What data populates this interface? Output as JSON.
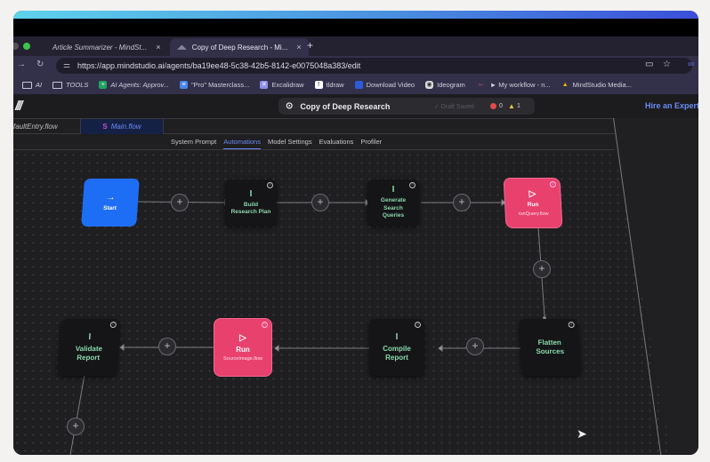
{
  "browser": {
    "tabs": [
      {
        "label": "Article Summarizer - MindSt...",
        "active": false
      },
      {
        "label": "Copy of Deep Research - Mi...",
        "active": true
      }
    ],
    "new_tab": "+",
    "close": "×",
    "url": "https://app.mindstudio.ai/agents/ba19ee48-5c38-42b5-8142-e0075048a383/edit",
    "bookmarks": [
      {
        "label": "AI",
        "icon": "folder-icon"
      },
      {
        "label": "TOOLS",
        "icon": "folder-icon"
      },
      {
        "label": "AI Agents: Approv...",
        "icon": "sheets-icon"
      },
      {
        "label": "\"Pro\" Masterclass...",
        "icon": "docs-icon"
      },
      {
        "label": "Excalidraw",
        "icon": "excalidraw-icon"
      },
      {
        "label": "tldraw",
        "icon": "tldraw-icon"
      },
      {
        "label": "Download Video",
        "icon": "download-icon"
      },
      {
        "label": "Ideogram",
        "icon": "ideogram-icon"
      },
      {
        "label": "► My workflow - n...",
        "icon": "n8n-icon"
      },
      {
        "label": "MindStudio Media...",
        "icon": "drive-icon"
      }
    ]
  },
  "app": {
    "title": "Copy of Deep Research",
    "draft_status": "✓ Draft Saved",
    "error_count": "0",
    "warning_count": "1",
    "hire_link": "Hire an Expert",
    "file_tabs": [
      {
        "label": "faultEntry.flow",
        "active": false
      },
      {
        "label": "Main.flow",
        "active": true
      }
    ],
    "sub_nav": [
      "System Prompt",
      "Automations",
      "Model Settings",
      "Evaluations",
      "Profiler"
    ],
    "active_sub_nav": "Automations"
  },
  "workflow": {
    "nodes": [
      {
        "id": "start",
        "label": "Start",
        "type": "start"
      },
      {
        "id": "build",
        "label": "Build Research Plan",
        "type": "generate"
      },
      {
        "id": "queries",
        "label": "Generate Search Queries",
        "type": "generate"
      },
      {
        "id": "run1",
        "label": "Run",
        "sub": "runQuery.flow",
        "type": "run"
      },
      {
        "id": "flatten",
        "label": "Flatten Sources",
        "type": "code"
      },
      {
        "id": "compile",
        "label": "Compile Report",
        "type": "generate"
      },
      {
        "id": "run2",
        "label": "Run",
        "sub": "SourceImage.flow",
        "type": "run"
      },
      {
        "id": "validate",
        "label": "Validate Report",
        "type": "generate"
      }
    ],
    "plus_symbol": "+"
  },
  "icons": {
    "start": "→",
    "generate": "I",
    "run": "▷",
    "control": "○"
  },
  "colors": {
    "start_blue": "#1e6ef5",
    "run_pink": "#e8416e",
    "node_dark": "#151517",
    "label_green": "#8ad8aa",
    "accent_blue": "#6b8cf5"
  }
}
